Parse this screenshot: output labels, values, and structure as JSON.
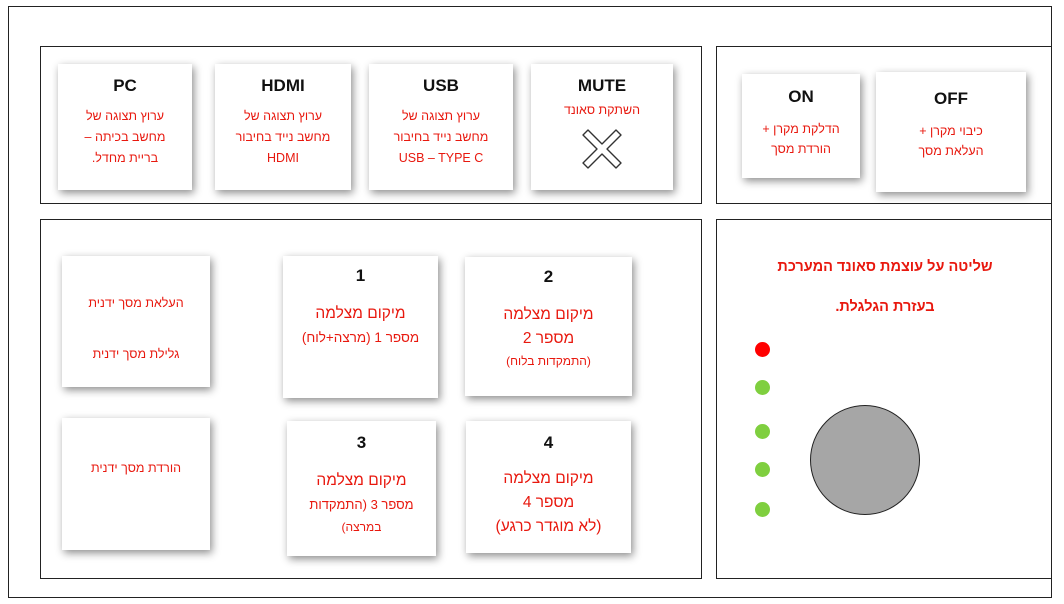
{
  "inputs": [
    {
      "title": "PC",
      "lines": [
        "ערוץ תצוגה של",
        "מחשב בכיתה –",
        "בריית מחדל."
      ]
    },
    {
      "title": "HDMI",
      "lines": [
        "ערוץ תצוגה של",
        "מחשב נייד בחיבור",
        "HDMI"
      ]
    },
    {
      "title": "USB",
      "lines": [
        "ערוץ תצוגה של",
        "מחשב נייד בחיבור",
        "USB – TYPE C"
      ]
    },
    {
      "title": "MUTE",
      "lines": [
        "השתקת סאונד"
      ]
    }
  ],
  "power": [
    {
      "title": "ON",
      "lines": [
        "הדלקת מקרן +",
        "הורדת מסך"
      ]
    },
    {
      "title": "OFF",
      "lines": [
        "כיבוי מקרן +",
        "העלאת מסך"
      ]
    }
  ],
  "screen_controls": {
    "raise": "העלאת מסך ידנית",
    "roll": "גלילת מסך ידנית",
    "lower": "הורדת מסך ידנית"
  },
  "cameras": [
    {
      "number": "1",
      "lines": [
        "מיקום מצלמה",
        "מספר 1 (מרצה+לוח)"
      ]
    },
    {
      "number": "2",
      "lines": [
        "מיקום מצלמה",
        "מספר 2",
        "(התמקדות בלוח)"
      ]
    },
    {
      "number": "3",
      "lines": [
        "מיקום מצלמה",
        "מספר 3 (התמקדות",
        "במרצה)"
      ]
    },
    {
      "number": "4",
      "lines": [
        "מיקום מצלמה",
        "מספר 4",
        "(לא מוגדר כרגע)"
      ]
    }
  ],
  "volume": {
    "line1": "שליטה על עוצמת סאונד המערכת",
    "line2": "בעזרת הגלגלת.",
    "indicator_colors": [
      "#ff0000",
      "#7fcf3f",
      "#7fcf3f",
      "#7fcf3f",
      "#7fcf3f"
    ]
  },
  "colors": {
    "accent_red": "#e8180e",
    "knob": "#a6a6a6"
  }
}
